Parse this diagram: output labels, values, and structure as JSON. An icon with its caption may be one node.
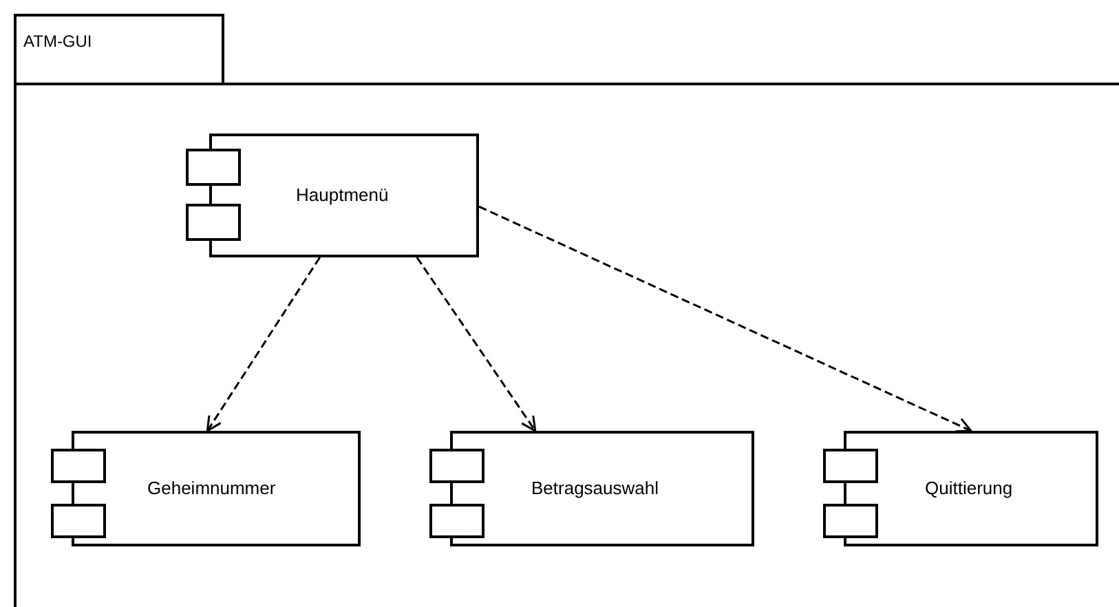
{
  "diagram": {
    "nodes": [
      {
        "text": [
          "ATM-GUI"
        ]
      },
      {
        "text": [
          "Hauptmenü"
        ],
        "in": 0
      },
      {
        "text": [
          "Geheimnummer"
        ],
        "in": 0
      },
      {
        "text": [
          "Betragsauswahl"
        ],
        "in": 0
      },
      {
        "text": [
          "Quittierung"
        ],
        "in": 0
      }
    ],
    "edges": [
      {
        "from": 1,
        "to": 2,
        "arrow": "to",
        "style": "dashed"
      },
      {
        "from": 1,
        "to": 3,
        "arrow": "to",
        "style": "dashed"
      },
      {
        "from": 1,
        "to": 4,
        "arrow": "to",
        "style": "dashed"
      }
    ]
  }
}
